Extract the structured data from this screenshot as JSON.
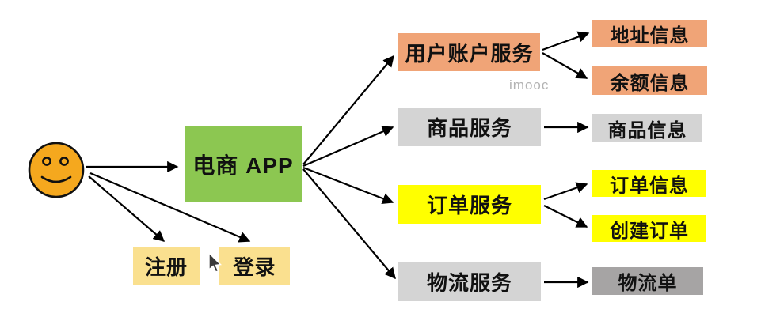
{
  "diagram": {
    "title_watermark": "imooc",
    "nodes": {
      "user": {
        "kind": "smiley-face",
        "label": "",
        "color": "#F5A81E"
      },
      "app": {
        "label": "电商 APP",
        "color": "#8CC751"
      },
      "register": {
        "label": "注册",
        "color": "#FAE08F"
      },
      "login": {
        "label": "登录",
        "color": "#FAE08F"
      },
      "account_service": {
        "label": "用户账户服务",
        "color": "#F0A477"
      },
      "address_info": {
        "label": "地址信息",
        "color": "#F0A477"
      },
      "balance_info": {
        "label": "余额信息",
        "color": "#F0A477"
      },
      "product_service": {
        "label": "商品服务",
        "color": "#D4D4D4"
      },
      "product_info": {
        "label": "商品信息",
        "color": "#D4D4D4"
      },
      "order_service": {
        "label": "订单服务",
        "color": "#FFFF00"
      },
      "order_info": {
        "label": "订单信息",
        "color": "#FFFF00"
      },
      "create_order": {
        "label": "创建订单",
        "color": "#FFFF00"
      },
      "logistics_service": {
        "label": "物流服务",
        "color": "#D4D4D4"
      },
      "logistics_order": {
        "label": "物流单",
        "color": "#A6A4A4"
      }
    },
    "edges": [
      {
        "from": "user",
        "to": "app"
      },
      {
        "from": "user",
        "to": "register"
      },
      {
        "from": "user",
        "to": "login"
      },
      {
        "from": "app",
        "to": "account_service"
      },
      {
        "from": "app",
        "to": "product_service"
      },
      {
        "from": "app",
        "to": "order_service"
      },
      {
        "from": "app",
        "to": "logistics_service"
      },
      {
        "from": "account_service",
        "to": "address_info"
      },
      {
        "from": "account_service",
        "to": "balance_info"
      },
      {
        "from": "product_service",
        "to": "product_info"
      },
      {
        "from": "order_service",
        "to": "order_info"
      },
      {
        "from": "order_service",
        "to": "create_order"
      },
      {
        "from": "logistics_service",
        "to": "logistics_order"
      }
    ]
  }
}
